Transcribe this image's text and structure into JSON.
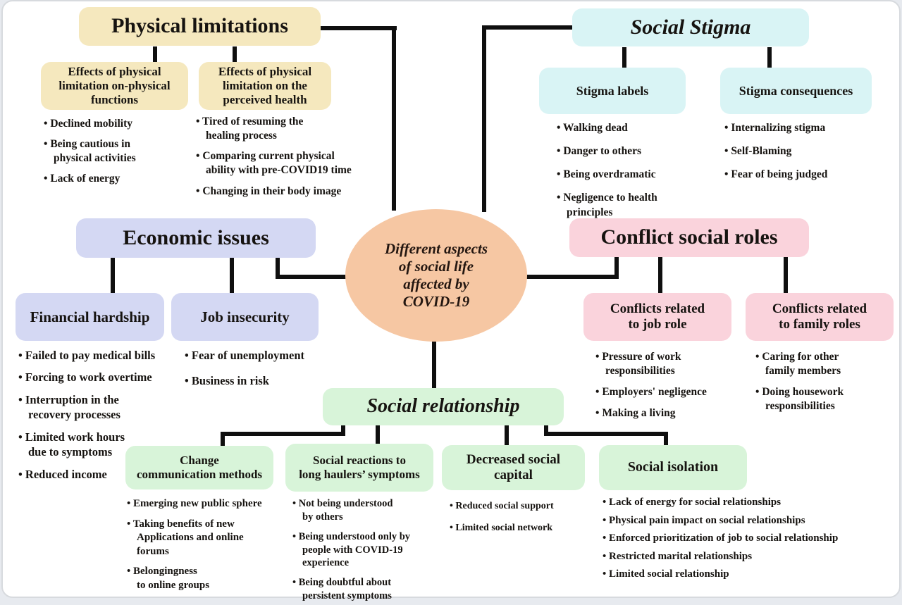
{
  "colors": {
    "physical": "#F5E8BE",
    "stigma": "#D9F4F5",
    "economic": "#D4D8F3",
    "conflict": "#FAD3DC",
    "social": "#D8F4D9",
    "center": "#F6C7A3",
    "line": "#0F0F0F",
    "card_background": "#FFFFFF"
  },
  "center": {
    "text": "Different aspects\nof social life\naffected by\nCOVID-19"
  },
  "physical": {
    "title": "Physical limitations",
    "sub1": {
      "title": "Effects of physical\nlimitation on-physical\nfunctions",
      "bullets": [
        "Declined mobility",
        "Being cautious in\nphysical activities",
        "Lack of energy"
      ]
    },
    "sub2": {
      "title": "Effects of physical\nlimitation on the\nperceived health",
      "bullets": [
        "Tired of resuming the\nhealing process",
        "Comparing current physical\nability with pre-COVID19 time",
        "Changing in their body image"
      ]
    }
  },
  "stigma": {
    "title": "Social Stigma",
    "sub1": {
      "title": "Stigma labels",
      "bullets": [
        "Walking dead",
        "Danger to others",
        "Being overdramatic",
        "Negligence to health\nprinciples"
      ]
    },
    "sub2": {
      "title": "Stigma consequences",
      "bullets": [
        "Internalizing stigma",
        "Self-Blaming",
        "Fear of being judged"
      ]
    }
  },
  "economic": {
    "title": "Economic issues",
    "sub1": {
      "title": "Financial hardship",
      "bullets": [
        "Failed to pay medical bills",
        "Forcing to work overtime",
        "Interruption in the\nrecovery processes",
        "Limited work hours\ndue to symptoms",
        "Reduced income"
      ]
    },
    "sub2": {
      "title": "Job insecurity",
      "bullets": [
        "Fear of unemployment",
        "Business in risk"
      ]
    }
  },
  "conflict": {
    "title": "Conflict social roles",
    "sub1": {
      "title": "Conflicts related\nto job role",
      "bullets": [
        "Pressure of work\nresponsibilities",
        "Employers' negligence",
        "Making a living"
      ]
    },
    "sub2": {
      "title": "Conflicts related\nto family roles",
      "bullets": [
        "Caring for other\nfamily members",
        "Doing housework\nresponsibilities"
      ]
    }
  },
  "social": {
    "title": "Social relationship",
    "sub1": {
      "title": "Change\ncommunication methods",
      "bullets": [
        "Emerging new public sphere",
        "Taking benefits of new\nApplications and online\nforums",
        "Belongingness\nto online groups"
      ]
    },
    "sub2": {
      "title": "Social reactions to\nlong haulers’ symptoms",
      "bullets": [
        "Not being understood\nby others",
        "Being understood only by\npeople with COVID-19\nexperience",
        "Being doubtful about\npersistent symptoms"
      ]
    },
    "sub3": {
      "title": "Decreased social\ncapital",
      "bullets": [
        "Reduced social support",
        "Limited social network"
      ]
    },
    "sub4": {
      "title": "Social isolation",
      "bullets": [
        "Lack of energy for social relationships",
        "Physical pain impact on social relationships",
        "Enforced prioritization of job to social relationship",
        "Restricted marital relationships",
        "Limited social relationship"
      ]
    }
  }
}
